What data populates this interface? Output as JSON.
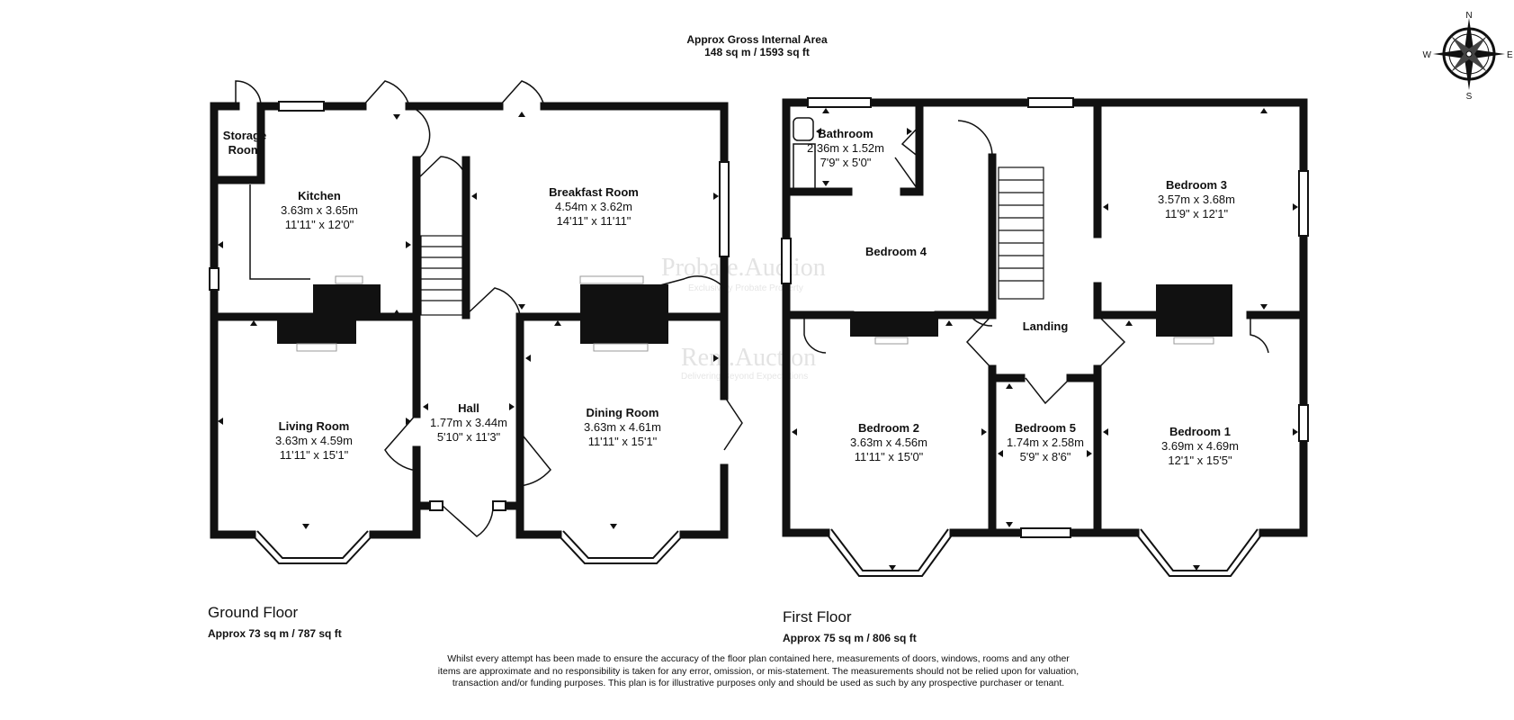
{
  "header": {
    "line1": "Approx Gross Internal Area",
    "line2": "148 sq m / 1593 sq ft"
  },
  "compass": {
    "n": "N",
    "s": "S",
    "e": "E",
    "w": "W"
  },
  "ground_floor": {
    "title": "Ground Floor",
    "area": "Approx 73 sq m / 787 sq ft",
    "rooms": {
      "storage": {
        "name1": "Storage",
        "name2": "Room"
      },
      "kitchen": {
        "name": "Kitchen",
        "metric": "3.63m x 3.65m",
        "imperial": "11'11\" x 12'0\""
      },
      "breakfast": {
        "name": "Breakfast Room",
        "metric": "4.54m x 3.62m",
        "imperial": "14'11\" x 11'11\""
      },
      "living": {
        "name": "Living Room",
        "metric": "3.63m x 4.59m",
        "imperial": "11'11\" x 15'1\""
      },
      "hall": {
        "name": "Hall",
        "metric": "1.77m x 3.44m",
        "imperial": "5'10\" x 11'3\""
      },
      "dining": {
        "name": "Dining Room",
        "metric": "3.63m x 4.61m",
        "imperial": "11'11\" x 15'1\""
      }
    }
  },
  "first_floor": {
    "title": "First Floor",
    "area": "Approx 75 sq m / 806 sq ft",
    "rooms": {
      "bathroom": {
        "name": "Bathroom",
        "metric": "2.36m x 1.52m",
        "imperial": "7'9\" x 5'0\""
      },
      "bedroom4": {
        "name": "Bedroom 4"
      },
      "bedroom3": {
        "name": "Bedroom 3",
        "metric": "3.57m x 3.68m",
        "imperial": "11'9\" x 12'1\""
      },
      "landing": {
        "name": "Landing"
      },
      "bedroom2": {
        "name": "Bedroom 2",
        "metric": "3.63m x 4.56m",
        "imperial": "11'11\" x 15'0\""
      },
      "bedroom5": {
        "name": "Bedroom 5",
        "metric": "1.74m x 2.58m",
        "imperial": "5'9\" x 8'6\""
      },
      "bedroom1": {
        "name": "Bedroom 1",
        "metric": "3.69m x 4.69m",
        "imperial": "12'1\" x 15'5\""
      }
    }
  },
  "watermarks": {
    "brand1": "Probate.Auction",
    "tag1": "Exclusively Probate Property",
    "brand2": "Rent.Auction",
    "tag2": "Delivering Beyond Expectations"
  },
  "disclaimer": "Whilst every attempt has been made to ensure the accuracy of the floor plan contained here, measurements of doors, windows, rooms and any other items are approximate and no responsibility is taken for any error, omission, or mis-statement. The measurements should not be relied upon for valuation, transaction and/or funding purposes. This plan is for illustrative purposes only and should be used as such by any prospective purchaser or tenant."
}
